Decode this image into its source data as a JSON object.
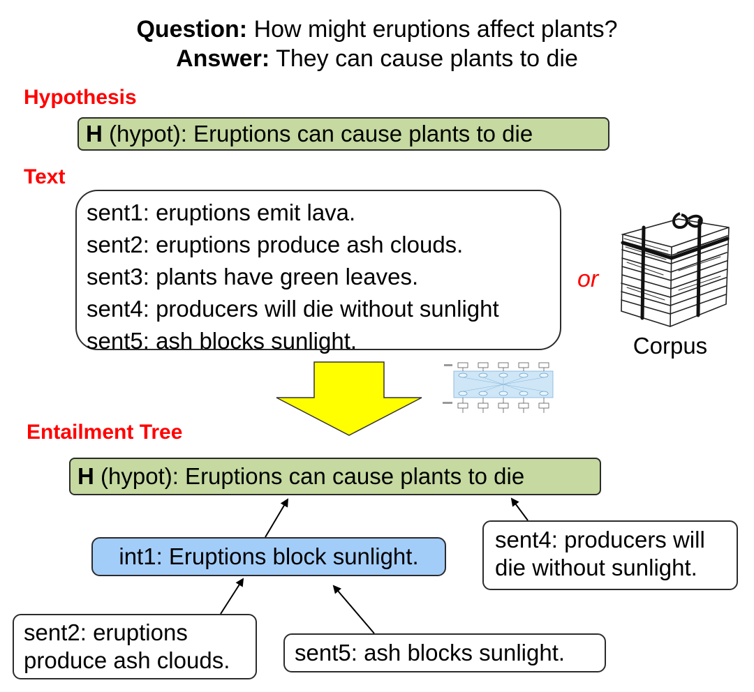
{
  "question": {
    "label": "Question:",
    "text": "How might eruptions affect plants?"
  },
  "answer": {
    "label": "Answer:",
    "text": "They can cause plants to die"
  },
  "hypothesis_section": {
    "label": "Hypothesis",
    "box": {
      "prefix": "H",
      "text": "(hypot): Eruptions can cause plants to die"
    }
  },
  "text_section": {
    "label": "Text",
    "sentences": [
      "sent1: eruptions emit lava.",
      "sent2: eruptions produce ash clouds.",
      "sent3: plants have green leaves.",
      "sent4: producers will die without sunlight",
      "sent5: ash blocks sunlight."
    ],
    "or_label": "or",
    "corpus_label": "Corpus"
  },
  "colors": {
    "section_label": "#ff0000",
    "hypothesis_fill": "#c5d9a0",
    "intermediate_fill": "#a3cdf9",
    "arrow_fill": "#ffff00"
  },
  "icons": [
    "down-arrow-icon",
    "transformer-model-icon",
    "paper-stack-icon"
  ],
  "tree_section": {
    "label": "Entailment Tree",
    "root": {
      "prefix": "H",
      "text": "(hypot): Eruptions can cause plants to die"
    },
    "int1": "int1: Eruptions block sunlight.",
    "sent4_lines": [
      "sent4: producers will",
      "die without sunlight."
    ],
    "sent2_lines": [
      "sent2: eruptions",
      "produce ash clouds."
    ],
    "sent5": "sent5: ash blocks sunlight."
  }
}
